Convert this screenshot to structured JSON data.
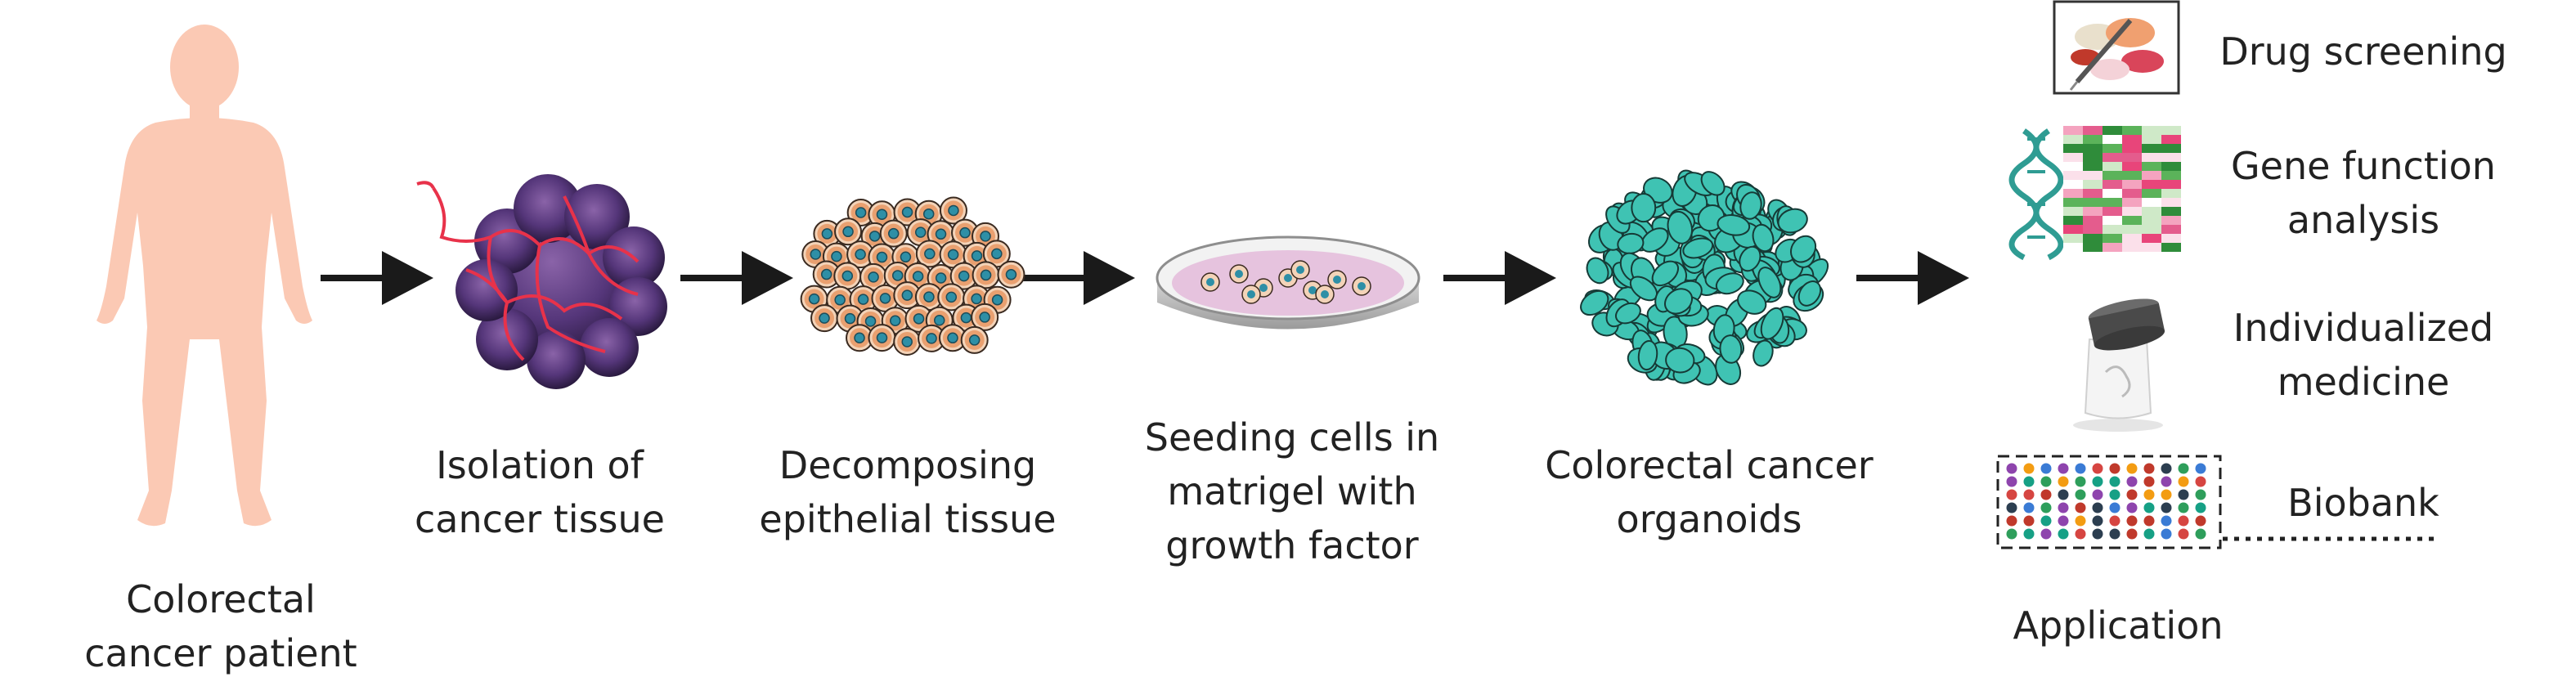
{
  "steps": [
    {
      "label_lines": [
        "Colorectal",
        "cancer patient"
      ]
    },
    {
      "label_lines": [
        "Isolation of",
        "cancer tissue"
      ]
    },
    {
      "label_lines": [
        "Decomposing",
        "epithelial tissue"
      ]
    },
    {
      "label_lines": [
        "Seeding cells in",
        "matrigel with",
        "growth factor"
      ]
    },
    {
      "label_lines": [
        "Colorectal cancer",
        "organoids"
      ]
    }
  ],
  "applications": {
    "title": "Application",
    "items": [
      {
        "label_lines": [
          "Drug screening"
        ],
        "icon": "pills-syringe-icon"
      },
      {
        "label_lines": [
          "Gene function",
          "analysis"
        ],
        "icon": "dna-heatmap-icon"
      },
      {
        "label_lines": [
          "Individualized",
          "medicine"
        ],
        "icon": "medicine-bottle-icon"
      },
      {
        "label_lines": [
          "Biobank"
        ],
        "icon": "well-plate-icon"
      }
    ]
  },
  "colors": {
    "body_silhouette": "#fbc9b4",
    "tumor": "#5b3a7a",
    "vessels": "#e8324a",
    "cell_outer": "#e9a070",
    "cell_nucleus": "#2e8fa6",
    "dish_medium": "#e6c3de",
    "organoid": "#3fc3b3",
    "arrow": "#1a1a1a"
  }
}
